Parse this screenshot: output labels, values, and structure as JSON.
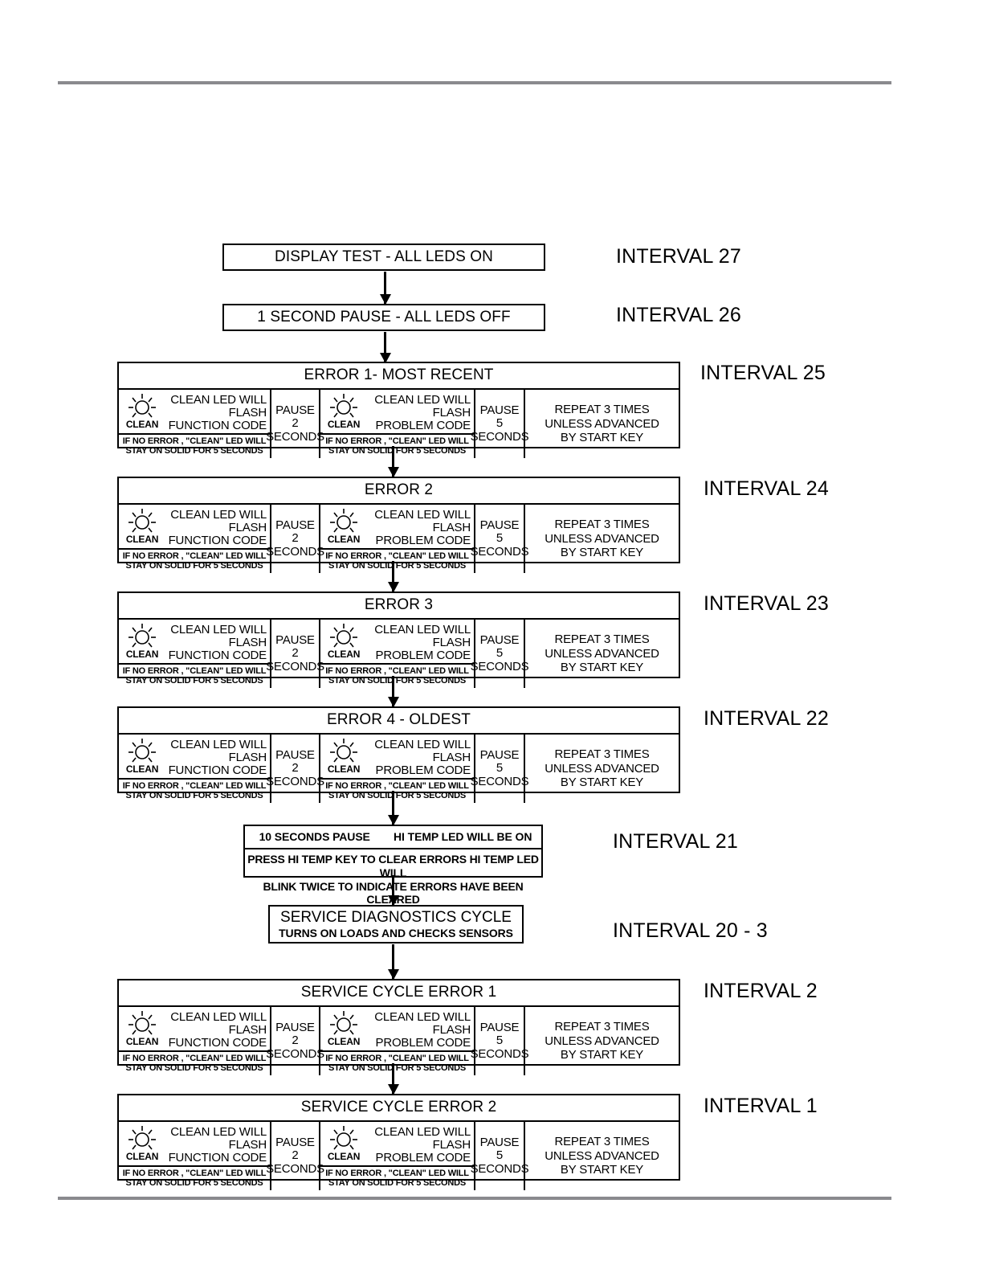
{
  "page": {
    "rule_color": "#8a8a8e"
  },
  "flow": {
    "display_test": {
      "label": "DISPLAY TEST -  ALL LEDS ON",
      "interval": "INTERVAL 27"
    },
    "pause_1s": {
      "label": "1 SECOND PAUSE - ALL LEDS OFF",
      "interval": "INTERVAL 26"
    },
    "pause_10s": {
      "left": "10 SECONDS PAUSE",
      "right": "HI TEMP LED WILL BE ON",
      "note_line1": "PRESS HI TEMP KEY TO CLEAR ERRORS HI TEMP LED WILL",
      "note_line2": "BLINK TWICE TO INDICATE ERRORS HAVE BEEN CLEARED",
      "interval": "INTERVAL 21"
    },
    "service_diagnostics": {
      "line1": "SERVICE DIAGNOSTICS CYCLE",
      "line2": "TURNS ON LOADS AND CHECKS SENSORS",
      "interval": "INTERVAL 20 - 3"
    }
  },
  "common": {
    "led_icon_name": "clean-led-icon",
    "led_caption": "CLEAN",
    "function_code_line1": "CLEAN LED WILL FLASH",
    "function_code_line2": "FUNCTION CODE",
    "problem_code_line1": "CLEAN LED WILL FLASH",
    "problem_code_line2": "PROBLEM CODE",
    "no_error_note_line1": "IF NO ERROR , \"CLEAN\" LED WILL",
    "no_error_note_line2": "STAY ON SOLID FOR 5 SECONDS",
    "pause2_line1": "PAUSE",
    "pause2_line2": "2",
    "pause2_line3": "SECONDS",
    "pause5_line1": "PAUSE",
    "pause5_line2": "5",
    "pause5_line3": "SECONDS",
    "repeat_line1": "REPEAT 3 TIMES",
    "repeat_line2": "UNLESS ADVANCED",
    "repeat_line3": "BY START KEY"
  },
  "error_blocks": [
    {
      "title": "ERROR 1- MOST RECENT",
      "interval": "INTERVAL 25"
    },
    {
      "title": "ERROR 2",
      "interval": "INTERVAL 24"
    },
    {
      "title": "ERROR 3",
      "interval": "INTERVAL 23"
    },
    {
      "title": "ERROR 4 - OLDEST",
      "interval": "INTERVAL 22"
    },
    {
      "title": "SERVICE CYCLE ERROR 1",
      "interval": "INTERVAL 2"
    },
    {
      "title": "SERVICE CYCLE ERROR 2",
      "interval": "INTERVAL 1"
    }
  ]
}
